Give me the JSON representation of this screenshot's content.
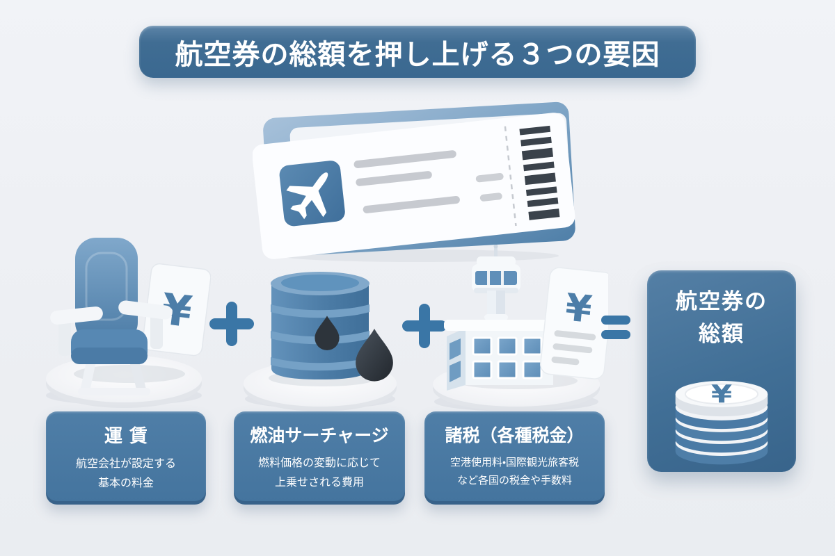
{
  "title": "航空券の総額を押し上げる３つの要因",
  "factors": [
    {
      "title": "運賃",
      "desc1": "航空会社が設定する",
      "desc2": "基本の料金",
      "illustration": "airplane-seat-with-yen-card"
    },
    {
      "title": "燃油サーチャージ",
      "desc1": "燃料価格の変動に応じて",
      "desc2": "上乗せされる費用",
      "illustration": "oil-barrel-with-drops"
    },
    {
      "title": "諸税（各種税金）",
      "desc1": "空港使用料・国際観光旅客税",
      "desc2": "など各国の税金や手数料",
      "illustration": "airport-tower-with-receipt"
    }
  ],
  "operators": {
    "plus": "+",
    "equals": "="
  },
  "result": {
    "line1": "航空券の",
    "line2": "総額",
    "illustration": "yen-coin-stack"
  },
  "symbols": {
    "yen": "¥"
  },
  "colors": {
    "background": "#edeff3",
    "banner_blue": "#3f6c92",
    "card_blue": "#4878a2",
    "operator_blue": "#3a76a6",
    "illustration_blue": "#4d7da7",
    "oil_drop_dark": "#2d343b",
    "white": "#ffffff"
  }
}
